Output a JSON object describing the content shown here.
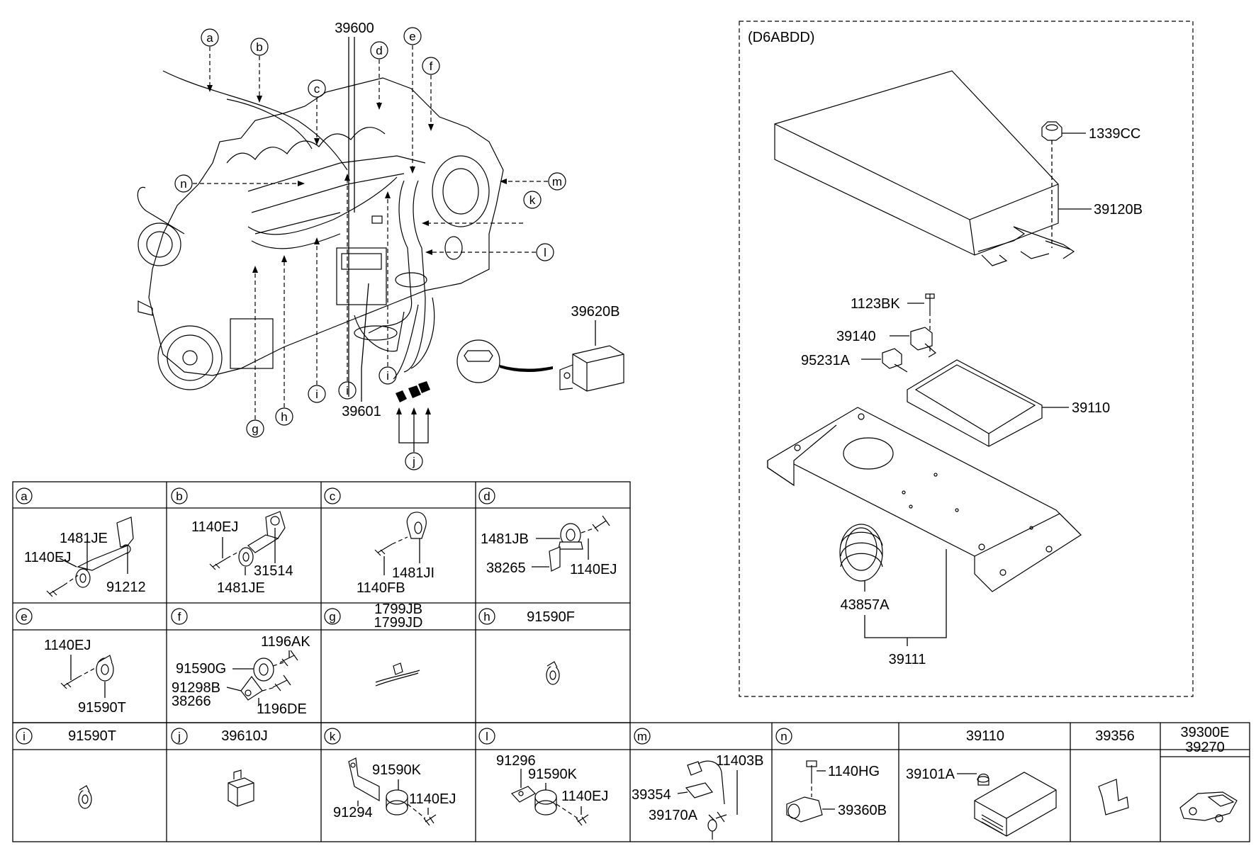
{
  "main_labels": {
    "p39600": "39600",
    "p39601": "39601",
    "p39620B": "39620B"
  },
  "callouts": [
    "a",
    "b",
    "c",
    "d",
    "e",
    "f",
    "g",
    "h",
    "i",
    "j",
    "k",
    "l",
    "m",
    "n"
  ],
  "ecu_box": {
    "title": "(D6ABDD)",
    "p1339CC": "1339CC",
    "p39120B": "39120B",
    "p1123BK": "1123BK",
    "p39140": "39140",
    "p95231A": "95231A",
    "p39110": "39110",
    "p43857A": "43857A",
    "p39111": "39111"
  },
  "row1": {
    "a": {
      "letter": "a",
      "p1": "1481JE",
      "p2": "1140EJ",
      "p3": "91212"
    },
    "b": {
      "letter": "b",
      "p1": "1140EJ",
      "p2": "31514",
      "p3": "1481JE"
    },
    "c": {
      "letter": "c",
      "p1": "1481JI",
      "p2": "1140FB"
    },
    "d": {
      "letter": "d",
      "p1": "1481JB",
      "p2": "38265",
      "p3": "1140EJ"
    }
  },
  "row2": {
    "e": {
      "letter": "e",
      "p1": "1140EJ",
      "p2": "91590T"
    },
    "f": {
      "letter": "f",
      "p1": "1196AK",
      "p2": "91590G",
      "p3": "91298B",
      "p4": "38266",
      "p5": "1196DE"
    },
    "g": {
      "letter": "g",
      "h1": "1799JB",
      "h2": "1799JD"
    },
    "h": {
      "letter": "h",
      "h1": "91590F"
    }
  },
  "row3": {
    "i": {
      "letter": "i",
      "h1": "91590T"
    },
    "j": {
      "letter": "j",
      "h1": "39610J"
    },
    "k": {
      "letter": "k",
      "p1": "91590K",
      "p2": "1140EJ",
      "p3": "91294"
    },
    "l": {
      "letter": "l",
      "p1": "91296",
      "p2": "91590K",
      "p3": "1140EJ"
    },
    "m": {
      "letter": "m",
      "p1": "11403B",
      "p2": "39354",
      "p3": "39170A"
    },
    "n": {
      "letter": "n",
      "p1": "1140HG",
      "p2": "39360B"
    },
    "ecu": {
      "h1": "39110",
      "p1": "39101A"
    },
    "s39356": {
      "h1": "39356"
    },
    "s39300": {
      "h1": "39300E",
      "h2": "39270"
    }
  }
}
